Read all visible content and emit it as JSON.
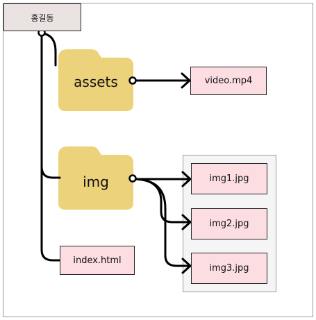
{
  "diagram": {
    "root": {
      "label": "홍길동"
    },
    "folders": {
      "assets": {
        "label": "assets"
      },
      "img": {
        "label": "img"
      }
    },
    "files": {
      "video": {
        "label": "video.mp4"
      },
      "index": {
        "label": "index.html"
      },
      "img1": {
        "label": "img1.jpg"
      },
      "img2": {
        "label": "img2.jpg"
      },
      "img3": {
        "label": "img3.jpg"
      }
    },
    "colors": {
      "folder": "#ecd27b",
      "file": "#fbdde2",
      "root": "#ebe2e2",
      "connector": "#000000",
      "group": "#f5f5f5"
    }
  }
}
